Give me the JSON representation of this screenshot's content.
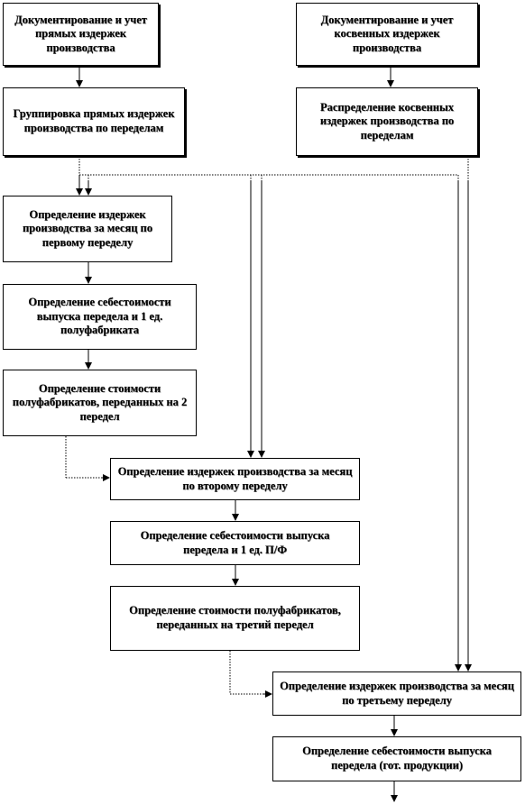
{
  "boxes": {
    "direct_doc": "Документирование и учет прямых издержек производства",
    "indirect_doc": "Документирование и учет косвенных издержек производства",
    "direct_group": "Группировка прямых издержек производства по переделам",
    "indirect_dist": "Распределение косвенных издержек производства по переделам",
    "stage1_costs": "Определение издержек производства за месяц по первому переделу",
    "stage1_output": "Определение себестоимости выпуска передела и 1 ед. полуфабриката",
    "stage1_transfer": "Определение стоимости полуфабрикатов, переданных на 2 передел",
    "stage2_costs": "Определение издержек производства за месяц по второму переделу",
    "stage2_output": "Определение себестоимости выпуска передела и 1 ед. П/Ф",
    "stage2_transfer": "Определение стоимости полуфабрикатов, переданных на третий передел",
    "stage3_costs": "Определение издержек производства за месяц по третьему переделу",
    "stage3_output": "Определение себестоимости выпуска передела (гот. продукции)"
  },
  "colors": {
    "line": "#000000",
    "box_border": "#000000",
    "background": "#ffffff"
  }
}
